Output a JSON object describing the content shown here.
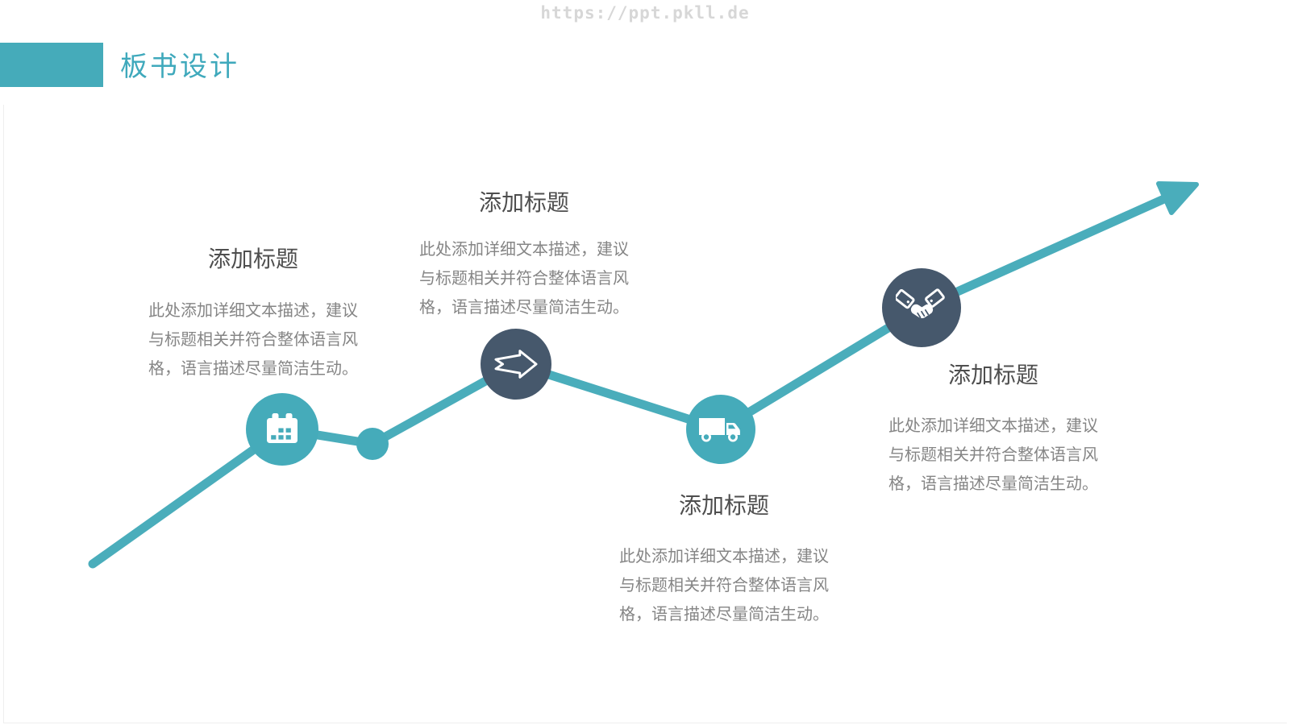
{
  "watermark": "https://ppt.pkll.de",
  "header": {
    "title": "板书设计"
  },
  "colors": {
    "teal": "#45abba",
    "slate": "#46586c",
    "header_title": "#3fa9bc",
    "block_title": "#4e4e4e",
    "block_body": "#858585",
    "watermark_gray": "#d7d7d7"
  },
  "diagram": {
    "node_icons": [
      "calendar-icon",
      "connector-dot",
      "arrow-icon",
      "truck-icon",
      "handshake-icon"
    ],
    "line_shape": "rising polyline with arrowhead"
  },
  "blocks": [
    {
      "title": "添加标题",
      "lines": [
        "此处添加详细文本描述，建议",
        "与标题相关并符合整体语言风",
        "格，语言描述尽量简洁生动。"
      ]
    },
    {
      "title": "添加标题",
      "lines": [
        "此处添加详细文本描述，建议",
        "与标题相关并符合整体语言风",
        "格，语言描述尽量简洁生动。"
      ]
    },
    {
      "title": "添加标题",
      "lines": [
        "此处添加详细文本描述，建议",
        "与标题相关并符合整体语言风",
        "格，语言描述尽量简洁生动。"
      ]
    },
    {
      "title": "添加标题",
      "lines": [
        "此处添加详细文本描述，建议",
        "与标题相关并符合整体语言风",
        "格，语言描述尽量简洁生动。"
      ]
    }
  ]
}
